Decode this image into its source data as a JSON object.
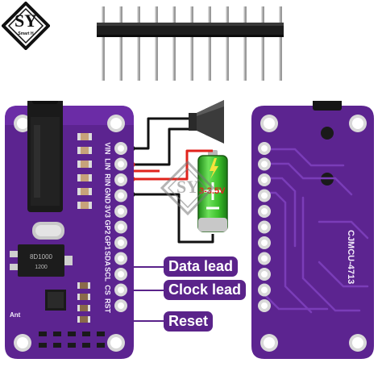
{
  "logo": {
    "letters": "SY",
    "caption": "Smart H"
  },
  "watermark": {
    "letters": "SY"
  },
  "battery": {
    "voltage_label": "3-3.5V"
  },
  "board_front": {
    "pins": [
      "VIN",
      "LIN",
      "RIN",
      "GND",
      "3V3",
      "GP2",
      "GP1",
      "SDA",
      "SCL",
      "CS",
      "RST"
    ],
    "chip_label": "8D1000",
    "chip_sub": "1200",
    "ant_label": "Ant"
  },
  "board_back": {
    "model_label": "CJMCU-4713"
  },
  "callouts": {
    "data_lead": "Data lead",
    "clock_lead": "Clock lead",
    "reset": "Reset"
  },
  "colors": {
    "board_purple": "#5c2490",
    "callout_purple": "#5a238a",
    "wire_black": "#111111",
    "wire_red": "#e0231c",
    "battery_green": "#3bbf2a"
  }
}
